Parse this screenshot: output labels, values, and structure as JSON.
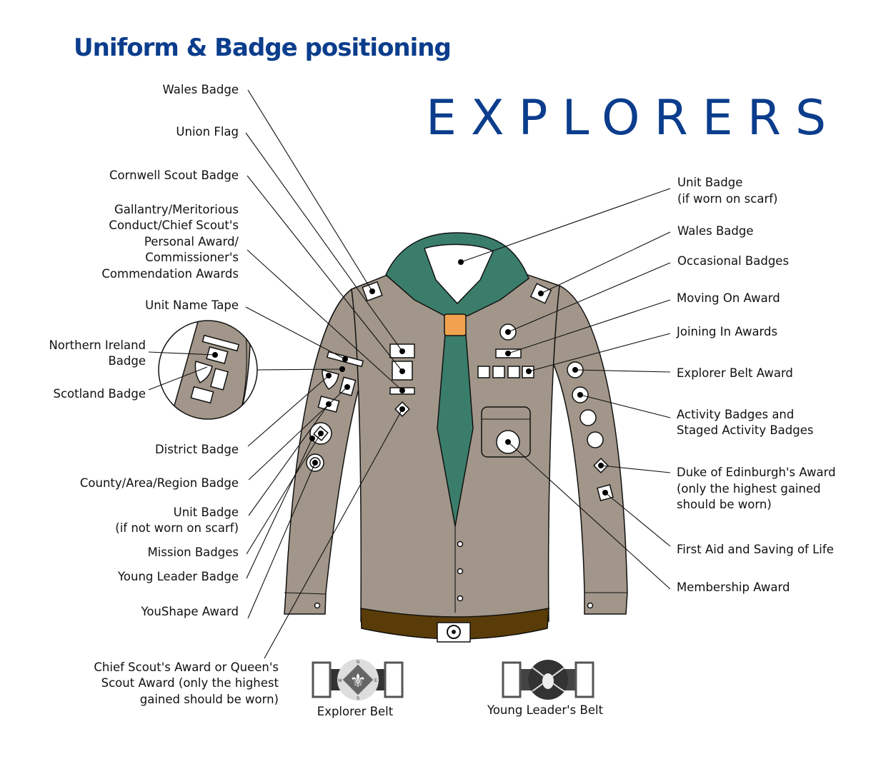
{
  "title": "Uniform & Badge positioning",
  "section": "EXPLORERS",
  "colors": {
    "title": "#0b3d8c",
    "shirt": "#a19689",
    "scarf": "#3a7d6a",
    "woggle": "#f2a24e",
    "belt": "#5a3c08"
  },
  "left_labels": {
    "wales": "Wales Badge",
    "union": "Union Flag",
    "cornwell": "Cornwell Scout Badge",
    "gallantry": [
      "Gallantry/Meritorious",
      "Conduct/Chief Scout's",
      "Personal Award/",
      "Commissioner's",
      "Commendation Awards"
    ],
    "unit_name_tape": "Unit Name Tape",
    "northern_ireland": [
      "Northern Ireland",
      "Badge"
    ],
    "scotland": "Scotland Badge",
    "district": "District Badge",
    "county": "County/Area/Region Badge",
    "unit_badge": [
      "Unit Badge",
      "(if not worn on scarf)"
    ],
    "mission": "Mission Badges",
    "young_leader": "Young Leader Badge",
    "youshape": "YouShape Award",
    "chief_scout": [
      "Chief Scout's Award or Queen's",
      "Scout Award (only the highest",
      "gained should be worn)"
    ]
  },
  "right_labels": {
    "unit_badge": [
      "Unit Badge",
      "(if worn on scarf)"
    ],
    "wales": "Wales Badge",
    "occasional": "Occasional Badges",
    "moving_on": "Moving On Award",
    "joining_in": "Joining In Awards",
    "explorer_belt_award": "Explorer Belt Award",
    "activity": [
      "Activity Badges and",
      "Staged Activity Badges"
    ],
    "duke": [
      "Duke of Edinburgh's Award",
      "(only the highest gained",
      "should be worn)"
    ],
    "first_aid": "First Aid and Saving of Life",
    "membership": "Membership Award"
  },
  "belts": {
    "explorer": "Explorer Belt",
    "young_leader": "Young Leader's Belt",
    "compass_letters": [
      "N",
      "E",
      "S",
      "W"
    ]
  }
}
